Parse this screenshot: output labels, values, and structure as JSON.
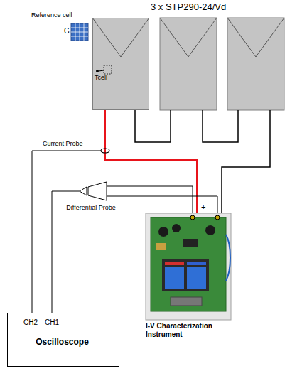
{
  "diagram": {
    "title": "3 x STP290-24/Vd",
    "nodes": [
      {
        "text": [
          "Tcell"
        ]
      },
      {
        "text": [
          "CH2",
          "CH1",
          "Oscilloscope"
        ]
      },
      {
        "text": [
          "I-V Characterization Instrument"
        ]
      }
    ],
    "edges": [
      {
        "from": 0,
        "to": 2,
        "arrow": "none"
      }
    ],
    "labels": [
      "Reference cell",
      "G",
      "Current Probe",
      "Differential Probe",
      "+",
      "-"
    ]
  }
}
